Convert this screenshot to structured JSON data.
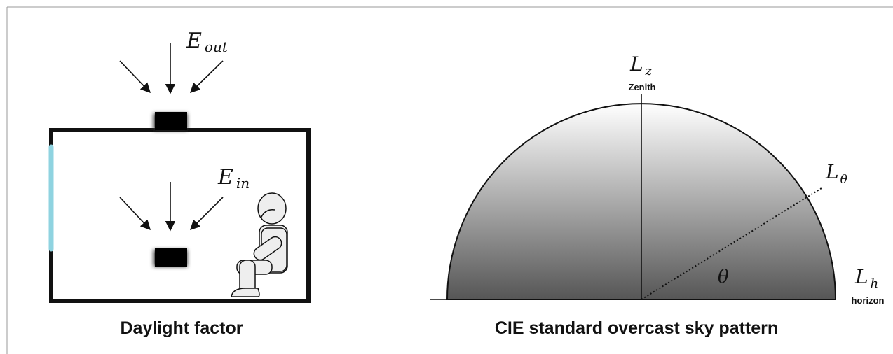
{
  "left_panel": {
    "e_out": {
      "base": "E",
      "sub": "out"
    },
    "e_in": {
      "base": "E",
      "sub": "in"
    },
    "caption": "Daylight factor"
  },
  "right_panel": {
    "l_z": {
      "base": "L",
      "sub": "z"
    },
    "zenith_label": "Zenith",
    "l_theta": {
      "base": "L",
      "sub": "θ"
    },
    "theta": "θ",
    "l_h": {
      "base": "L",
      "sub": "h"
    },
    "horizon_label": "horizon",
    "caption": "CIE standard overcast sky pattern"
  },
  "colors": {
    "window": "#8fd3e0",
    "ink": "#111111",
    "sky_top": "#ffffff",
    "sky_bottom": "#555555"
  }
}
